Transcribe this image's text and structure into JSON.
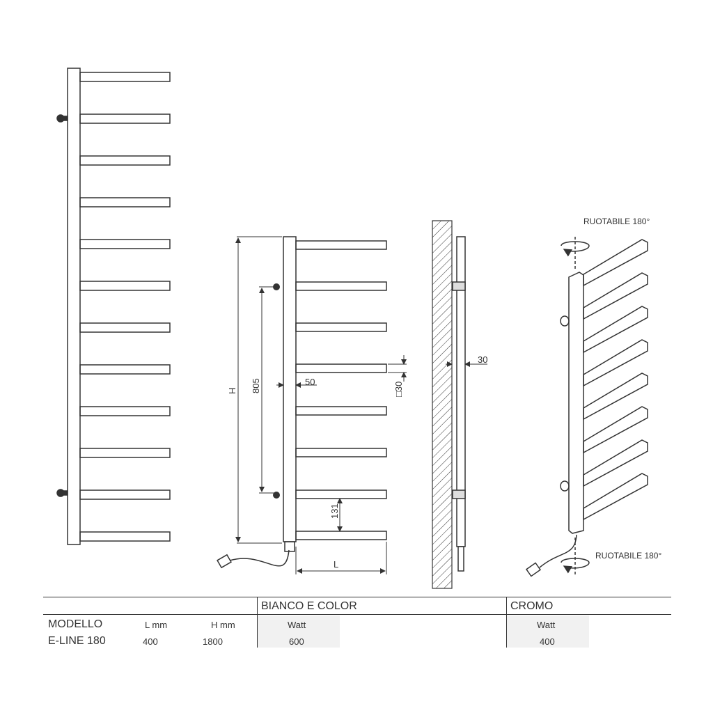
{
  "annotations": {
    "rotate_top": "RUOTABILE 180°",
    "rotate_bottom": "RUOTABILE 180°"
  },
  "dimensions": {
    "height": "H",
    "spacing": "805",
    "depth": "50",
    "bar_section": "□30",
    "bottom_gap": "131",
    "length": "L",
    "wall_gap": "30"
  },
  "table": {
    "group_1": "BIANCO E COLOR",
    "group_2": "CROMO",
    "headers": {
      "model": "MODELLO",
      "length": "L mm",
      "height": "H mm",
      "watt_1": "Watt",
      "watt_2": "Watt"
    },
    "rows": [
      {
        "model": "E-LINE 180",
        "length": "400",
        "height": "1800",
        "watt_1": "600",
        "watt_2": "400"
      }
    ]
  },
  "colors": {
    "line": "#333333",
    "shade": "#f1f1f1"
  }
}
